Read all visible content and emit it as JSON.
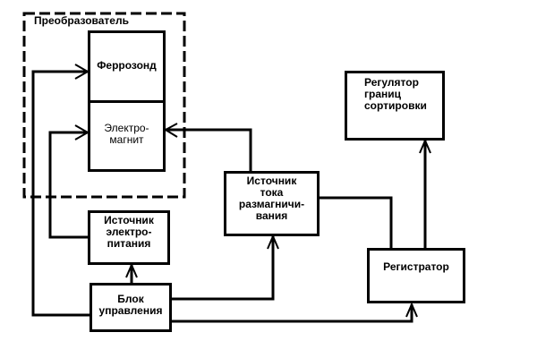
{
  "diagram": {
    "group": {
      "title": "Преобразователь"
    },
    "blocks": {
      "ferrozond": "Феррозонд",
      "electromagnet": "Электро-\nмагнит",
      "power_source": "Источник\nэлектро-\nпитания",
      "control_unit": "Блок\nуправления",
      "demag_source": "Источник\nтока\nразмагничи-\nвания",
      "registrator": "Регистратор",
      "sort_regulator": "Регулятор\nграниц\nсортировки"
    },
    "connections": [
      {
        "from": "control_unit",
        "to": "ferrozond"
      },
      {
        "from": "power_source",
        "to": "electromagnet"
      },
      {
        "from": "control_unit",
        "to": "power_source"
      },
      {
        "from": "control_unit",
        "to": "demag_source"
      },
      {
        "from": "control_unit",
        "to": "registrator"
      },
      {
        "from": "demag_source",
        "to": "electromagnet"
      },
      {
        "from": "demag_source",
        "to": "registrator"
      },
      {
        "from": "registrator",
        "to": "sort_regulator"
      }
    ],
    "colors": {
      "line": "#000000",
      "background": "#ffffff"
    }
  }
}
